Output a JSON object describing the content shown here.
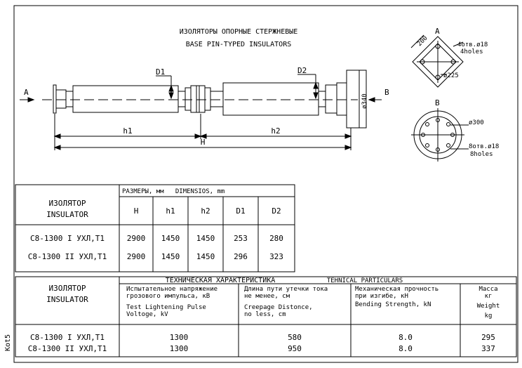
{
  "title_ru": "ИЗОЛЯТОРЫ ОПОРНЫЕ СТЕРЖНЕВЫЕ",
  "title_en": "BASE PIN-TYPED INSULATORS",
  "view_labels": {
    "a_left": "A",
    "b_right": "B",
    "a_section": "A",
    "b_section": "B"
  },
  "dims": {
    "D1": "D1",
    "D2": "D2",
    "h1": "h1",
    "h2": "h2",
    "H": "H",
    "d340": "ø340",
    "d200": "200",
    "d225": "ø225",
    "d300": "ø300"
  },
  "holes_a": {
    "ru": "4отв.ø18",
    "en": "4holes"
  },
  "holes_b": {
    "ru": "8отв.ø18",
    "en": "8holes"
  },
  "table1": {
    "insulator_ru": "ИЗОЛЯТОР",
    "insulator_en": "INSULATOR",
    "dimensions_header": "РАЗМЕРЫ, мм   DIMENSIOS, mm",
    "columns": [
      "H",
      "h1",
      "h2",
      "D1",
      "D2"
    ],
    "rows": [
      {
        "name": "С8-1300 I УХЛ,Т1",
        "values": [
          "2900",
          "1450",
          "1450",
          "253",
          "280"
        ]
      },
      {
        "name": "С8-1300 II УХЛ,Т1",
        "values": [
          "2900",
          "1450",
          "1450",
          "296",
          "323"
        ]
      }
    ]
  },
  "table2": {
    "insulator_ru": "ИЗОЛЯТОР",
    "insulator_en": "INSULATOR",
    "header_ru": "ТЕХНИЧЕСКАЯ ХАРАКТЕРИСТИКА",
    "header_en": "TEHNICAL PARTICULARS",
    "col1": [
      "Испытательное напряжение",
      "грозового импульса, кВ",
      "Test Lightening Pulse",
      "Voltoge, kV"
    ],
    "col2": [
      "Длина пути утечки тока",
      "не менее, см",
      "Creepage Distonce,",
      "no less, cm"
    ],
    "col3": [
      "Механическая прочность",
      "при изгибе, кН",
      "Bending Strength, kN"
    ],
    "col4": [
      "Масса",
      "кг",
      "Weight",
      "kg"
    ],
    "rows": [
      {
        "name": "С8-1300 I УХЛ,Т1",
        "values": [
          "1300",
          "580",
          "8.0",
          "295"
        ]
      },
      {
        "name": "С8-1300 II УХЛ,Т1",
        "values": [
          "1300",
          "950",
          "8.0",
          "337"
        ]
      }
    ]
  },
  "side_label": "Kot5"
}
